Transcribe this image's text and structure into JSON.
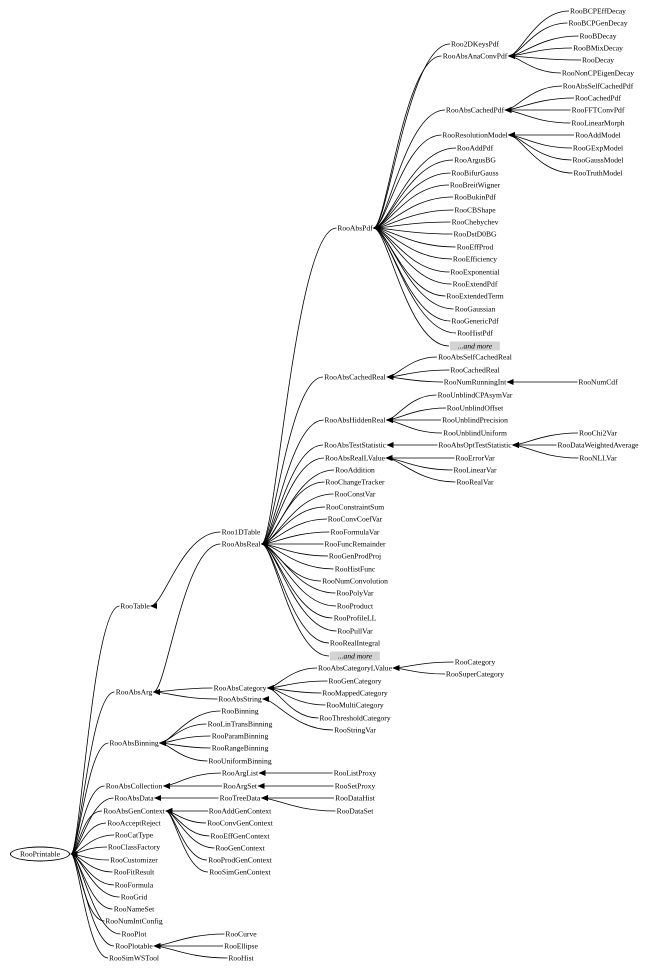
{
  "diagram": {
    "type": "inheritance-tree",
    "more_label": "...and more",
    "nodes": [
      {
        "id": "RooPrintable",
        "label": "RooPrintable"
      },
      {
        "id": "RooTable",
        "label": "RooTable"
      },
      {
        "id": "RooAbsArg",
        "label": "RooAbsArg"
      },
      {
        "id": "RooAbsBinning",
        "label": "RooAbsBinning"
      },
      {
        "id": "RooAbsCollection",
        "label": "RooAbsCollection"
      },
      {
        "id": "RooAbsData",
        "label": "RooAbsData"
      },
      {
        "id": "RooAbsGenContext",
        "label": "RooAbsGenContext"
      },
      {
        "id": "RooAcceptReject",
        "label": "RooAcceptReject"
      },
      {
        "id": "RooCatType",
        "label": "RooCatType"
      },
      {
        "id": "RooClassFactory",
        "label": "RooClassFactory"
      },
      {
        "id": "RooCustomizer",
        "label": "RooCustomizer"
      },
      {
        "id": "RooFitResult",
        "label": "RooFitResult"
      },
      {
        "id": "RooFormula",
        "label": "RooFormula"
      },
      {
        "id": "RooGrid",
        "label": "RooGrid"
      },
      {
        "id": "RooNameSet",
        "label": "RooNameSet"
      },
      {
        "id": "RooNumIntConfig",
        "label": "RooNumIntConfig"
      },
      {
        "id": "RooPlot",
        "label": "RooPlot"
      },
      {
        "id": "RooPlotable",
        "label": "RooPlotable"
      },
      {
        "id": "RooSimWSTool",
        "label": "RooSimWSTool"
      },
      {
        "id": "Roo1DTable",
        "label": "Roo1DTable"
      },
      {
        "id": "RooAbsReal",
        "label": "RooAbsReal"
      },
      {
        "id": "RooAbsCategory",
        "label": "RooAbsCategory"
      },
      {
        "id": "RooAbsString",
        "label": "RooAbsString"
      },
      {
        "id": "RooBinning",
        "label": "RooBinning"
      },
      {
        "id": "RooLinTransBinning",
        "label": "RooLinTransBinning"
      },
      {
        "id": "RooParamBinning",
        "label": "RooParamBinning"
      },
      {
        "id": "RooRangeBinning",
        "label": "RooRangeBinning"
      },
      {
        "id": "RooUniformBinning",
        "label": "RooUniformBinning"
      },
      {
        "id": "RooArgList",
        "label": "RooArgList"
      },
      {
        "id": "RooArgSet",
        "label": "RooArgSet"
      },
      {
        "id": "RooTreeData",
        "label": "RooTreeData"
      },
      {
        "id": "RooAddGenContext",
        "label": "RooAddGenContext"
      },
      {
        "id": "RooConvGenContext",
        "label": "RooConvGenContext"
      },
      {
        "id": "RooEffGenContext",
        "label": "RooEffGenContext"
      },
      {
        "id": "RooGenContext",
        "label": "RooGenContext"
      },
      {
        "id": "RooProdGenContext",
        "label": "RooProdGenContext"
      },
      {
        "id": "RooSimGenContext",
        "label": "RooSimGenContext"
      },
      {
        "id": "RooCurve",
        "label": "RooCurve"
      },
      {
        "id": "RooEllipse",
        "label": "RooEllipse"
      },
      {
        "id": "RooHist",
        "label": "RooHist"
      },
      {
        "id": "RooListProxy",
        "label": "RooListProxy"
      },
      {
        "id": "RooSetProxy",
        "label": "RooSetProxy"
      },
      {
        "id": "RooDataHist",
        "label": "RooDataHist"
      },
      {
        "id": "RooDataSet",
        "label": "RooDataSet"
      },
      {
        "id": "RooAbsCategoryLValue",
        "label": "RooAbsCategoryLValue"
      },
      {
        "id": "RooGenCategory",
        "label": "RooGenCategory"
      },
      {
        "id": "RooMappedCategory",
        "label": "RooMappedCategory"
      },
      {
        "id": "RooMultiCategory",
        "label": "RooMultiCategory"
      },
      {
        "id": "RooThresholdCategory",
        "label": "RooThresholdCategory"
      },
      {
        "id": "RooStringVar",
        "label": "RooStringVar"
      },
      {
        "id": "RooCategory",
        "label": "RooCategory"
      },
      {
        "id": "RooSuperCategory",
        "label": "RooSuperCategory"
      },
      {
        "id": "RooAbsPdf",
        "label": "RooAbsPdf"
      },
      {
        "id": "RooAbsCachedReal",
        "label": "RooAbsCachedReal"
      },
      {
        "id": "RooAbsHiddenReal",
        "label": "RooAbsHiddenReal"
      },
      {
        "id": "RooAbsTestStatistic",
        "label": "RooAbsTestStatistic"
      },
      {
        "id": "RooAbsRealLValue",
        "label": "RooAbsRealLValue"
      },
      {
        "id": "RooAddition",
        "label": "RooAddition"
      },
      {
        "id": "RooChangeTracker",
        "label": "RooChangeTracker"
      },
      {
        "id": "RooConstVar",
        "label": "RooConstVar"
      },
      {
        "id": "RooConstraintSum",
        "label": "RooConstraintSum"
      },
      {
        "id": "RooConvCoefVar",
        "label": "RooConvCoefVar"
      },
      {
        "id": "RooFormulaVar",
        "label": "RooFormulaVar"
      },
      {
        "id": "RooFuncRemainder",
        "label": "RooFuncRemainder"
      },
      {
        "id": "RooGenProdProj",
        "label": "RooGenProdProj"
      },
      {
        "id": "RooHistFunc",
        "label": "RooHistFunc"
      },
      {
        "id": "RooNumConvolution",
        "label": "RooNumConvolution"
      },
      {
        "id": "RooPolyVar",
        "label": "RooPolyVar"
      },
      {
        "id": "RooProduct",
        "label": "RooProduct"
      },
      {
        "id": "RooProfileLL",
        "label": "RooProfileLL"
      },
      {
        "id": "RooPullVar",
        "label": "RooPullVar"
      },
      {
        "id": "RooRealIntegral",
        "label": "RooRealIntegral"
      },
      {
        "id": "RooAbsSelfCachedReal",
        "label": "RooAbsSelfCachedReal"
      },
      {
        "id": "RooCachedReal",
        "label": "RooCachedReal"
      },
      {
        "id": "RooNumRunningInt",
        "label": "RooNumRunningInt"
      },
      {
        "id": "RooNumCdf",
        "label": "RooNumCdf"
      },
      {
        "id": "RooUnblindCPAsymVar",
        "label": "RooUnblindCPAsymVar"
      },
      {
        "id": "RooUnblindOffset",
        "label": "RooUnblindOffset"
      },
      {
        "id": "RooUnblindPrecision",
        "label": "RooUnblindPrecision"
      },
      {
        "id": "RooUnblindUniform",
        "label": "RooUnblindUniform"
      },
      {
        "id": "RooAbsOptTestStatistic",
        "label": "RooAbsOptTestStatistic"
      },
      {
        "id": "RooChi2Var",
        "label": "RooChi2Var"
      },
      {
        "id": "RooDataWeightedAverage",
        "label": "RooDataWeightedAverage"
      },
      {
        "id": "RooNLLVar",
        "label": "RooNLLVar"
      },
      {
        "id": "RooErrorVar",
        "label": "RooErrorVar"
      },
      {
        "id": "RooLinearVar",
        "label": "RooLinearVar"
      },
      {
        "id": "RooRealVar",
        "label": "RooRealVar"
      },
      {
        "id": "Roo2DKeysPdf",
        "label": "Roo2DKeysPdf"
      },
      {
        "id": "RooAbsAnaConvPdf",
        "label": "RooAbsAnaConvPdf"
      },
      {
        "id": "RooAbsCachedPdf",
        "label": "RooAbsCachedPdf"
      },
      {
        "id": "RooResolutionModel",
        "label": "RooResolutionModel"
      },
      {
        "id": "RooAddPdf",
        "label": "RooAddPdf"
      },
      {
        "id": "RooArgusBG",
        "label": "RooArgusBG"
      },
      {
        "id": "RooBifurGauss",
        "label": "RooBifurGauss"
      },
      {
        "id": "RooBreitWigner",
        "label": "RooBreitWigner"
      },
      {
        "id": "RooBukinPdf",
        "label": "RooBukinPdf"
      },
      {
        "id": "RooCBShape",
        "label": "RooCBShape"
      },
      {
        "id": "RooChebychev",
        "label": "RooChebychev"
      },
      {
        "id": "RooDstD0BG",
        "label": "RooDstD0BG"
      },
      {
        "id": "RooEffProd",
        "label": "RooEffProd"
      },
      {
        "id": "RooEfficiency",
        "label": "RooEfficiency"
      },
      {
        "id": "RooExponential",
        "label": "RooExponential"
      },
      {
        "id": "RooExtendPdf",
        "label": "RooExtendPdf"
      },
      {
        "id": "RooExtendedTerm",
        "label": "RooExtendedTerm"
      },
      {
        "id": "RooGaussian",
        "label": "RooGaussian"
      },
      {
        "id": "RooGenericPdf",
        "label": "RooGenericPdf"
      },
      {
        "id": "RooHistPdf",
        "label": "RooHistPdf"
      },
      {
        "id": "RooBCPEffDecay",
        "label": "RooBCPEffDecay"
      },
      {
        "id": "RooBCPGenDecay",
        "label": "RooBCPGenDecay"
      },
      {
        "id": "RooBDecay",
        "label": "RooBDecay"
      },
      {
        "id": "RooBMixDecay",
        "label": "RooBMixDecay"
      },
      {
        "id": "RooDecay",
        "label": "RooDecay"
      },
      {
        "id": "RooNonCPEigenDecay",
        "label": "RooNonCPEigenDecay"
      },
      {
        "id": "RooAbsSelfCachedPdf",
        "label": "RooAbsSelfCachedPdf"
      },
      {
        "id": "RooCachedPdf",
        "label": "RooCachedPdf"
      },
      {
        "id": "RooFFTConvPdf",
        "label": "RooFFTConvPdf"
      },
      {
        "id": "RooLinearMorph",
        "label": "RooLinearMorph"
      },
      {
        "id": "RooAddModel",
        "label": "RooAddModel"
      },
      {
        "id": "RooGExpModel",
        "label": "RooGExpModel"
      },
      {
        "id": "RooGaussModel",
        "label": "RooGaussModel"
      },
      {
        "id": "RooTruthModel",
        "label": "RooTruthModel"
      }
    ],
    "edges": [
      [
        "RooTable",
        "RooPrintable"
      ],
      [
        "RooAbsArg",
        "RooPrintable"
      ],
      [
        "RooAbsBinning",
        "RooPrintable"
      ],
      [
        "RooAbsCollection",
        "RooPrintable"
      ],
      [
        "RooAbsData",
        "RooPrintable"
      ],
      [
        "RooAbsGenContext",
        "RooPrintable"
      ],
      [
        "RooAcceptReject",
        "RooPrintable"
      ],
      [
        "RooCatType",
        "RooPrintable"
      ],
      [
        "RooClassFactory",
        "RooPrintable"
      ],
      [
        "RooCustomizer",
        "RooPrintable"
      ],
      [
        "RooFitResult",
        "RooPrintable"
      ],
      [
        "RooFormula",
        "RooPrintable"
      ],
      [
        "RooGrid",
        "RooPrintable"
      ],
      [
        "RooNameSet",
        "RooPrintable"
      ],
      [
        "RooNumIntConfig",
        "RooPrintable"
      ],
      [
        "RooPlot",
        "RooPrintable"
      ],
      [
        "RooPlotable",
        "RooPrintable"
      ],
      [
        "RooSimWSTool",
        "RooPrintable"
      ],
      [
        "Roo1DTable",
        "RooTable"
      ],
      [
        "RooAbsReal",
        "RooAbsArg"
      ],
      [
        "RooAbsCategory",
        "RooAbsArg"
      ],
      [
        "RooAbsString",
        "RooAbsArg"
      ],
      [
        "RooBinning",
        "RooAbsBinning"
      ],
      [
        "RooLinTransBinning",
        "RooAbsBinning"
      ],
      [
        "RooParamBinning",
        "RooAbsBinning"
      ],
      [
        "RooRangeBinning",
        "RooAbsBinning"
      ],
      [
        "RooUniformBinning",
        "RooAbsBinning"
      ],
      [
        "RooArgList",
        "RooAbsCollection"
      ],
      [
        "RooArgSet",
        "RooAbsCollection"
      ],
      [
        "RooTreeData",
        "RooAbsData"
      ],
      [
        "RooAddGenContext",
        "RooAbsGenContext"
      ],
      [
        "RooConvGenContext",
        "RooAbsGenContext"
      ],
      [
        "RooEffGenContext",
        "RooAbsGenContext"
      ],
      [
        "RooGenContext",
        "RooAbsGenContext"
      ],
      [
        "RooProdGenContext",
        "RooAbsGenContext"
      ],
      [
        "RooSimGenContext",
        "RooAbsGenContext"
      ],
      [
        "RooCurve",
        "RooPlotable"
      ],
      [
        "RooEllipse",
        "RooPlotable"
      ],
      [
        "RooHist",
        "RooPlotable"
      ],
      [
        "RooListProxy",
        "RooArgList"
      ],
      [
        "RooSetProxy",
        "RooArgSet"
      ],
      [
        "RooDataHist",
        "RooTreeData"
      ],
      [
        "RooDataSet",
        "RooTreeData"
      ],
      [
        "RooAbsCategoryLValue",
        "RooAbsCategory"
      ],
      [
        "RooGenCategory",
        "RooAbsCategory"
      ],
      [
        "RooMappedCategory",
        "RooAbsCategory"
      ],
      [
        "RooMultiCategory",
        "RooAbsCategory"
      ],
      [
        "RooThresholdCategory",
        "RooAbsCategory"
      ],
      [
        "RooStringVar",
        "RooAbsString"
      ],
      [
        "RooCategory",
        "RooAbsCategoryLValue"
      ],
      [
        "RooSuperCategory",
        "RooAbsCategoryLValue"
      ],
      [
        "RooAbsPdf",
        "RooAbsReal"
      ],
      [
        "RooAbsCachedReal",
        "RooAbsReal"
      ],
      [
        "RooAbsHiddenReal",
        "RooAbsReal"
      ],
      [
        "RooAbsTestStatistic",
        "RooAbsReal"
      ],
      [
        "RooAbsRealLValue",
        "RooAbsReal"
      ],
      [
        "RooAddition",
        "RooAbsReal"
      ],
      [
        "RooChangeTracker",
        "RooAbsReal"
      ],
      [
        "RooConstVar",
        "RooAbsReal"
      ],
      [
        "RooConstraintSum",
        "RooAbsReal"
      ],
      [
        "RooConvCoefVar",
        "RooAbsReal"
      ],
      [
        "RooFormulaVar",
        "RooAbsReal"
      ],
      [
        "RooFuncRemainder",
        "RooAbsReal"
      ],
      [
        "RooGenProdProj",
        "RooAbsReal"
      ],
      [
        "RooHistFunc",
        "RooAbsReal"
      ],
      [
        "RooNumConvolution",
        "RooAbsReal"
      ],
      [
        "RooPolyVar",
        "RooAbsReal"
      ],
      [
        "RooProduct",
        "RooAbsReal"
      ],
      [
        "RooProfileLL",
        "RooAbsReal"
      ],
      [
        "RooPullVar",
        "RooAbsReal"
      ],
      [
        "RooRealIntegral",
        "RooAbsReal"
      ],
      [
        "more2",
        "RooAbsReal"
      ],
      [
        "RooAbsSelfCachedReal",
        "RooAbsCachedReal"
      ],
      [
        "RooCachedReal",
        "RooAbsCachedReal"
      ],
      [
        "RooNumRunningInt",
        "RooAbsCachedReal"
      ],
      [
        "RooNumCdf",
        "RooNumRunningInt"
      ],
      [
        "RooUnblindCPAsymVar",
        "RooAbsHiddenReal"
      ],
      [
        "RooUnblindOffset",
        "RooAbsHiddenReal"
      ],
      [
        "RooUnblindPrecision",
        "RooAbsHiddenReal"
      ],
      [
        "RooUnblindUniform",
        "RooAbsHiddenReal"
      ],
      [
        "RooAbsOptTestStatistic",
        "RooAbsTestStatistic"
      ],
      [
        "RooChi2Var",
        "RooAbsOptTestStatistic"
      ],
      [
        "RooDataWeightedAverage",
        "RooAbsOptTestStatistic"
      ],
      [
        "RooNLLVar",
        "RooAbsOptTestStatistic"
      ],
      [
        "RooErrorVar",
        "RooAbsRealLValue"
      ],
      [
        "RooLinearVar",
        "RooAbsRealLValue"
      ],
      [
        "RooRealVar",
        "RooAbsRealLValue"
      ],
      [
        "Roo2DKeysPdf",
        "RooAbsPdf"
      ],
      [
        "RooAbsAnaConvPdf",
        "RooAbsPdf"
      ],
      [
        "RooAbsCachedPdf",
        "RooAbsPdf"
      ],
      [
        "RooResolutionModel",
        "RooAbsPdf"
      ],
      [
        "RooAddPdf",
        "RooAbsPdf"
      ],
      [
        "RooArgusBG",
        "RooAbsPdf"
      ],
      [
        "RooBifurGauss",
        "RooAbsPdf"
      ],
      [
        "RooBreitWigner",
        "RooAbsPdf"
      ],
      [
        "RooBukinPdf",
        "RooAbsPdf"
      ],
      [
        "RooCBShape",
        "RooAbsPdf"
      ],
      [
        "RooChebychev",
        "RooAbsPdf"
      ],
      [
        "RooDstD0BG",
        "RooAbsPdf"
      ],
      [
        "RooEffProd",
        "RooAbsPdf"
      ],
      [
        "RooEfficiency",
        "RooAbsPdf"
      ],
      [
        "RooExponential",
        "RooAbsPdf"
      ],
      [
        "RooExtendPdf",
        "RooAbsPdf"
      ],
      [
        "RooExtendedTerm",
        "RooAbsPdf"
      ],
      [
        "RooGaussian",
        "RooAbsPdf"
      ],
      [
        "RooGenericPdf",
        "RooAbsPdf"
      ],
      [
        "RooHistPdf",
        "RooAbsPdf"
      ],
      [
        "more1",
        "RooAbsPdf"
      ],
      [
        "RooBCPEffDecay",
        "RooAbsAnaConvPdf"
      ],
      [
        "RooBCPGenDecay",
        "RooAbsAnaConvPdf"
      ],
      [
        "RooBDecay",
        "RooAbsAnaConvPdf"
      ],
      [
        "RooBMixDecay",
        "RooAbsAnaConvPdf"
      ],
      [
        "RooDecay",
        "RooAbsAnaConvPdf"
      ],
      [
        "RooNonCPEigenDecay",
        "RooAbsAnaConvPdf"
      ],
      [
        "RooAbsSelfCachedPdf",
        "RooAbsCachedPdf"
      ],
      [
        "RooCachedPdf",
        "RooAbsCachedPdf"
      ],
      [
        "RooFFTConvPdf",
        "RooAbsCachedPdf"
      ],
      [
        "RooLinearMorph",
        "RooAbsCachedPdf"
      ],
      [
        "RooAddModel",
        "RooResolutionModel"
      ],
      [
        "RooGExpModel",
        "RooResolutionModel"
      ],
      [
        "RooGaussModel",
        "RooResolutionModel"
      ],
      [
        "RooTruthModel",
        "RooResolutionModel"
      ]
    ]
  }
}
